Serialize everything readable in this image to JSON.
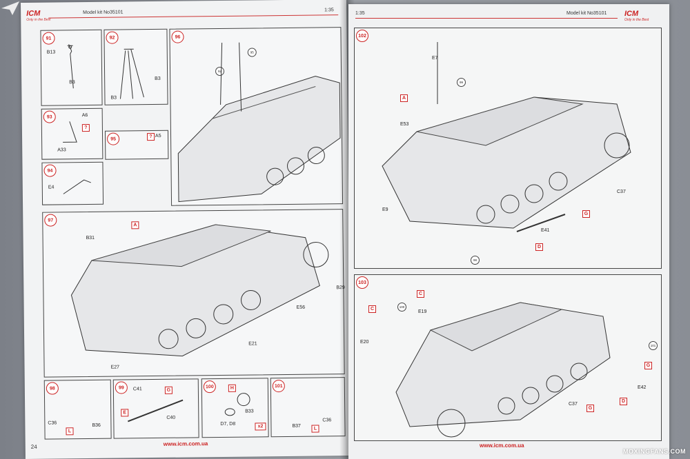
{
  "left": {
    "header_kit": "Model kit No35101",
    "header_scale": "1:35",
    "logo": "ICM",
    "page_number": "24",
    "url": "www.icm.com.ua",
    "steps": {
      "s91": {
        "num": "91",
        "labels": [
          "B13",
          "B3"
        ]
      },
      "s92": {
        "num": "92",
        "labels": [
          "B3",
          "B3"
        ]
      },
      "s93": {
        "num": "93",
        "labels": [
          "A6",
          "A33"
        ],
        "marks": [
          "?"
        ]
      },
      "s94": {
        "num": "94",
        "labels": [
          "E4"
        ]
      },
      "s95": {
        "num": "95",
        "labels": [
          "A5"
        ],
        "marks": [
          "?"
        ]
      },
      "s96": {
        "num": "96",
        "refs": [
          "95",
          "92"
        ]
      },
      "s97": {
        "num": "97",
        "labels": [
          "B31",
          "B29",
          "E56",
          "E21",
          "E27"
        ],
        "marks": [
          "A"
        ]
      },
      "s98": {
        "num": "98",
        "labels": [
          "C36",
          "B36"
        ],
        "marks": [
          "L"
        ]
      },
      "s99": {
        "num": "99",
        "labels": [
          "C41",
          "C40"
        ],
        "marks": [
          "G",
          "E"
        ]
      },
      "s100": {
        "num": "100",
        "labels": [
          "B33",
          "D7, D8"
        ],
        "marks": [
          "H",
          "x2"
        ]
      },
      "s101": {
        "num": "101",
        "labels": [
          "B37",
          "C36"
        ],
        "marks": [
          "L"
        ]
      }
    }
  },
  "right": {
    "header_scale": "1:35",
    "header_kit": "Model kit No35101",
    "logo": "ICM",
    "url": "www.icm.com.ua",
    "steps": {
      "s102": {
        "num": "102",
        "labels": [
          "E7",
          "E53",
          "E9",
          "C37",
          "E41"
        ],
        "marks": [
          "A",
          "G",
          "D"
        ],
        "refs": [
          "99",
          "98"
        ]
      },
      "s103": {
        "num": "103",
        "labels": [
          "E19",
          "E20",
          "C37",
          "E42"
        ],
        "marks": [
          "C",
          "C",
          "G",
          "G",
          "D"
        ],
        "refs": [
          "100",
          "101"
        ]
      }
    }
  },
  "watermark": "MOXINGFANS.COM"
}
